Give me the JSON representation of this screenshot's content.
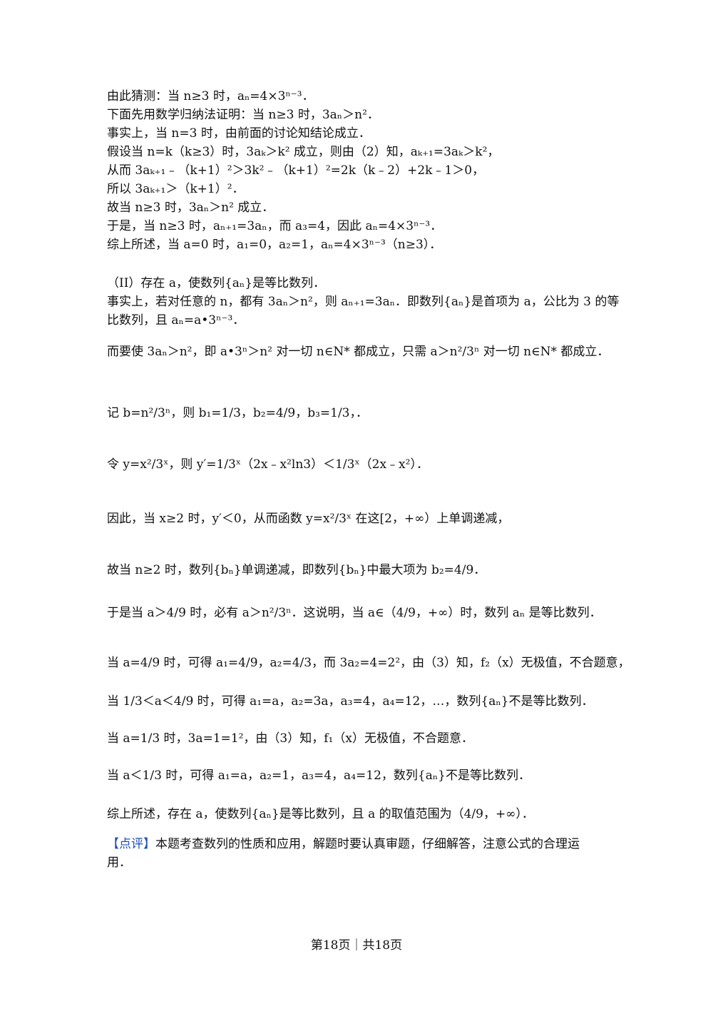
{
  "lines": [
    "由此猜测：当 n≥3 时，aₙ=4×3ⁿ⁻³．",
    "下面先用数学归纳法证明：当 n≥3 时，3aₙ＞n²．",
    "事实上，当 n=3 时，由前面的讨论知结论成立．",
    "假设当 n=k（k≥3）时，3aₖ＞k² 成立，则由（2）知，aₖ₊₁=3aₖ＞k²，",
    "从而 3aₖ₊₁﹣（k+1）²＞3k²﹣（k+1）²=2k（k﹣2）+2k﹣1＞0，",
    "所以 3aₖ₊₁＞（k+1）²．",
    "故当 n≥3 时，3aₙ＞n² 成立．",
    "于是，当 n≥3 时，aₙ₊₁=3aₙ，而 a₃=4，因此 aₙ=4×3ⁿ⁻³．",
    "综上所述，当 a=0 时，a₁=0，a₂=1，aₙ=4×3ⁿ⁻³（n≥3）．",
    "（II）存在 a，使数列{aₙ}是等比数列．",
    "事实上，若对任意的 n，都有 3aₙ＞n²，则 aₙ₊₁=3aₙ．即数列{aₙ}是首项为 a，公比为 3 的等",
    "比数列，且 aₙ=a•3ⁿ⁻³．",
    "而要使 3aₙ＞n²，即 a•3ⁿ＞n² 对一切 n∈N* 都成立，只需 a＞n²/3ⁿ 对一切 n∈N* 都成立．",
    "记 b=n²/3ⁿ，则 b₁=1/3，b₂=4/9，b₃=1/3，．",
    "令 y=x²/3ˣ，则 y′=1/3ˣ（2x﹣x²ln3）＜1/3ˣ（2x﹣x²）．",
    "因此，当 x≥2 时，y′＜0，从而函数 y=x²/3ˣ 在这[2，+∞）上单调递减，",
    "故当 n≥2 时，数列{bₙ}单调递减，即数列{bₙ}中最大项为 b₂=4/9．",
    "于是当 a＞4/9 时，必有 a＞n²/3ⁿ．这说明，当 a∈（4/9，+∞）时，数列 aₙ 是等比数列．",
    "当 a=4/9 时，可得 a₁=4/9，a₂=4/3，而 3a₂=4=2²，由（3）知，f₂（x）无极值，不合题意，",
    "当 1/3＜a＜4/9 时，可得 a₁=a，a₂=3a，a₃=4，a₄=12，…，数列{aₙ}不是等比数列．",
    "当 a=1/3 时，3a=1=1²，由（3）知，f₁（x）无极值，不合题意．",
    "当 a＜1/3 时，可得 a₁=a，a₂=1，a₃=4，a₄=12，数列{aₙ}不是等比数列．",
    "综上所述，存在 a，使数列{aₙ}是等比数列，且 a 的取值范围为（4/9，+∞）．"
  ],
  "comment": {
    "tag": "【点评】",
    "line1": "本题考查数列的性质和应用，解题时要认真审题，仔细解答，注意公式的合理运",
    "line2": "用．"
  },
  "footer": "第18页｜共18页"
}
